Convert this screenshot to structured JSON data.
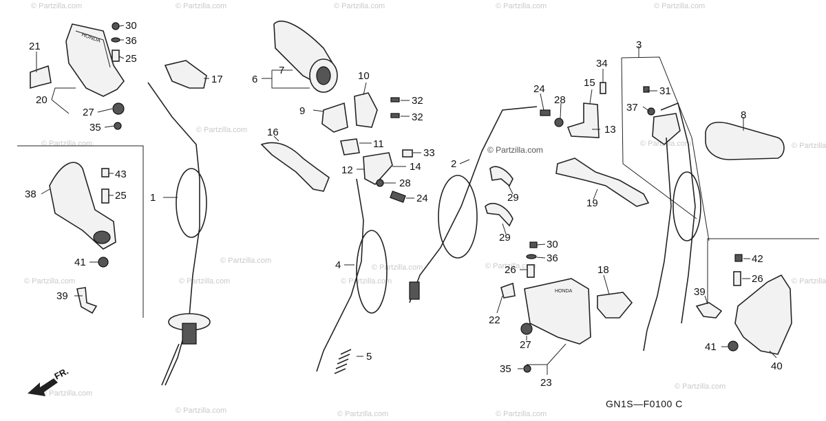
{
  "watermark": "© Partzilla.com",
  "diagram_code": "GN1S—F0100 C",
  "direction_label": "FR.",
  "brand_mark": "HONDA",
  "callouts": {
    "c1": "1",
    "c2": "2",
    "c3": "3",
    "c4": "4",
    "c5": "5",
    "c6": "6",
    "c7": "7",
    "c8": "8",
    "c9": "9",
    "c10": "10",
    "c11": "11",
    "c12": "12",
    "c13": "13",
    "c14": "14",
    "c15": "15",
    "c16": "16",
    "c17": "17",
    "c18": "18",
    "c19": "19",
    "c20": "20",
    "c21": "21",
    "c22": "22",
    "c23": "23",
    "c24a": "24",
    "c24b": "24",
    "c25a": "25",
    "c25b": "25",
    "c26a": "26",
    "c26b": "26",
    "c27a": "27",
    "c27b": "27",
    "c28a": "28",
    "c28b": "28",
    "c29a": "29",
    "c29b": "29",
    "c30a": "30",
    "c30b": "30",
    "c31": "31",
    "c32a": "32",
    "c32b": "32",
    "c33": "33",
    "c34": "34",
    "c35a": "35",
    "c35b": "35",
    "c36a": "36",
    "c36b": "36",
    "c37": "37",
    "c38": "38",
    "c39a": "39",
    "c39b": "39",
    "c40": "40",
    "c41a": "41",
    "c41b": "41",
    "c42": "42",
    "c43": "43"
  }
}
